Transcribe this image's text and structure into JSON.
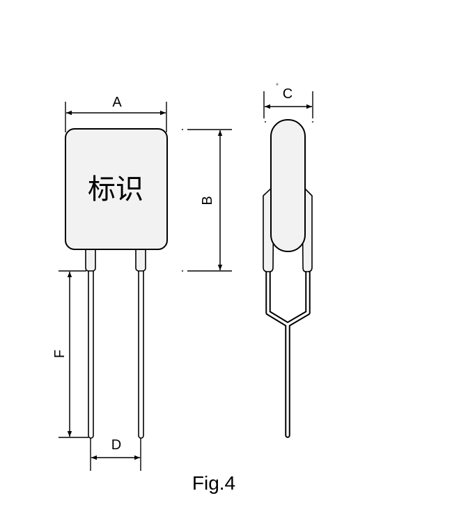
{
  "figure": {
    "caption": "Fig.4"
  },
  "front_view": {
    "marking_text": "标识"
  },
  "dimensions": {
    "body_width": "A",
    "body_height": "B",
    "body_thickness": "C",
    "lead_spacing": "D",
    "lead_length": "F"
  },
  "colors": {
    "background": "#ffffff",
    "body_fill": "#f2f2f2",
    "stroke": "#000000",
    "wire_inner": "#ffffff"
  }
}
